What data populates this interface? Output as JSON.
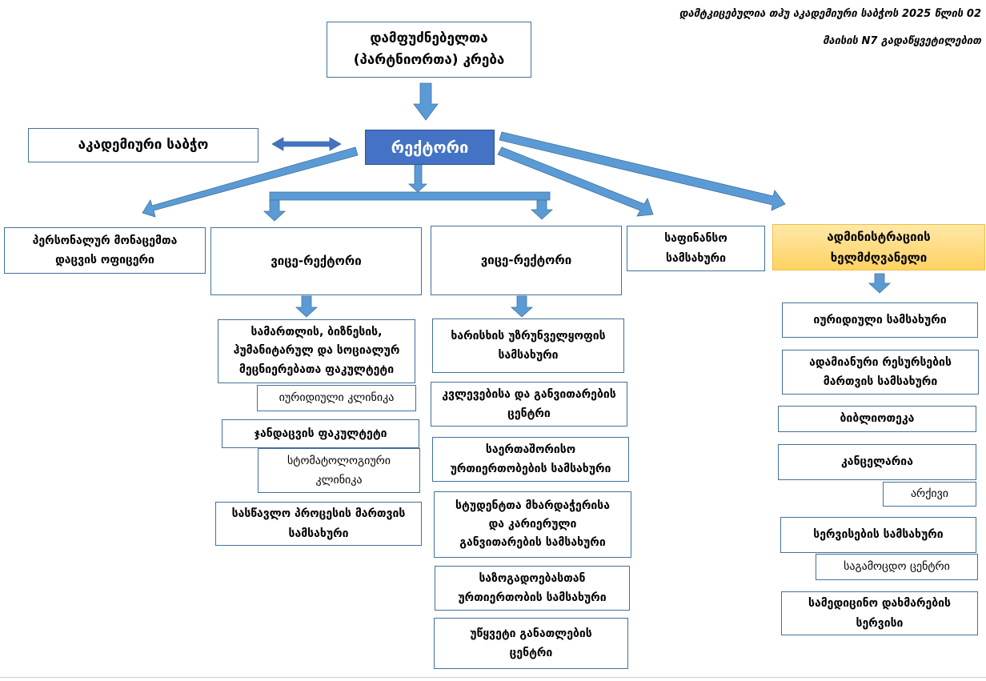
{
  "approval": {
    "line1": "დამტკიცებულია თჰუ აკადემიური საბჭოს  2025 წლის 02",
    "line2": "მაისის N7 გადაწყვეტილებით"
  },
  "founders": "დამფუძნებელთა\n(პარტნიორთა) კრება",
  "academic_council": "აკადემიური საბჭო",
  "rector": "რექტორი",
  "personal_data_officer": "პერსონალურ მონაცემთა\nდაცვის  ოფიცერი",
  "vice_rector_1": "ვიცე-რექტორი",
  "vice_rector_2": "ვიცე-რექტორი",
  "finance_service": "საფინანსო\nსამსახური",
  "admin_head": "ადმინისტრაციის\nხელმძღვანელი",
  "vr1_units": {
    "law_faculty": "სამართლის, ბიზნესის,\nჰუმანიტარულ და სოციალურ\nმეცნიერებათა  ფაკულტეტი",
    "legal_clinic": "იურიდიული კლინიკა",
    "health_faculty": "ჯანდაცვის ფაკულტეტი",
    "dental_clinic": "სტომატოლოგიური\nკლინიკა",
    "study_process": "სასწავლო პროცესის მართვის\nსამსახური"
  },
  "vr2_units": {
    "quality": "ხარისხის უზრუნველყოფის\nსამსახური",
    "research": "კვლევებისა და განვითარების\nცენტრი",
    "international": "საერთაშორისო\nურთიერთობების სამსახური",
    "students": "სტუდენტთა მხარდაჭერისა\nდა კარიერული\nგანვითარების სამსახური",
    "public": "საზოგადოებასთან\nურთიერთობის სამსახური",
    "continuing": "უწყვეტი განათლების\nცენტრი"
  },
  "admin_units": {
    "legal": "იურიდიული სამსახური",
    "hr": "ადამიანური რესურსების\nმართვის სამსახური",
    "library": "ბიბლიოთეკა",
    "chancellery": "კანცელარია",
    "archive": "არქივი",
    "services": "სერვისების სამსახური",
    "exam_center": "საგამოცდო ცენტრი",
    "medical": "სამედიცინო დახმარების\nსერვისი"
  },
  "colors": {
    "rector": "#4472c4",
    "arrow": "#5b9bd5",
    "border": "#41719c",
    "admin": "#ffd966"
  }
}
